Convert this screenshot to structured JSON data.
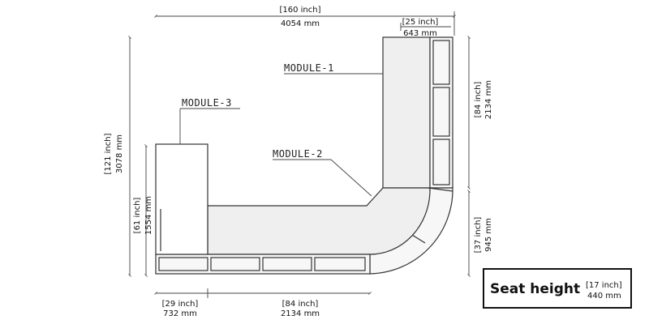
{
  "dimensions": {
    "overall_width": {
      "inch": "[160 inch]",
      "mm": "4054 mm"
    },
    "module1_depth": {
      "inch": "[25 inch]",
      "mm": "643 mm"
    },
    "overall_height": {
      "inch": "[121 inch]",
      "mm": "3078 mm"
    },
    "module3_height": {
      "inch": "[61 inch]",
      "mm": "1554 mm"
    },
    "module1_length": {
      "inch": "[84 inch]",
      "mm": "2134 mm"
    },
    "corner_radius": {
      "inch": "[37 inch]",
      "mm": "945 mm"
    },
    "module3_width": {
      "inch": "[29 inch]",
      "mm": "732 mm"
    },
    "module2_length": {
      "inch": "[84 inch]",
      "mm": "2134 mm"
    }
  },
  "modules": {
    "module1": "MODULE-1",
    "module2": "MODULE-2",
    "module3": "MODULE-3"
  },
  "seat_height": {
    "title": "Seat height",
    "inch": "[17 inch]",
    "mm": "440 mm"
  },
  "colors": {
    "seat_fill": "#efefef",
    "line": "#333333"
  }
}
